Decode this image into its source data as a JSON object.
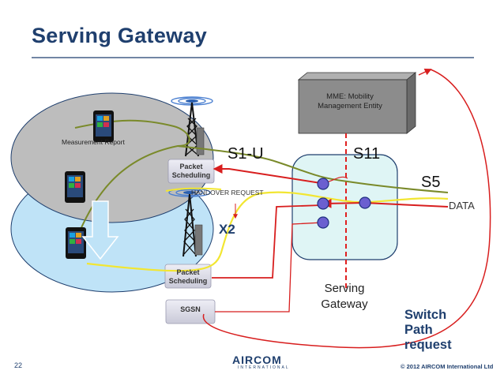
{
  "title": "Serving Gateway",
  "mme_label": "MME: Mobility Management Entity",
  "interfaces": {
    "s1u": "S1-U",
    "s11": "S11",
    "s5": "S5",
    "x2": "X2"
  },
  "data_label": "DATA",
  "handover_request": "HANDOVER REQUEST",
  "measurement_report": "Measurement Report",
  "packet_scheduling": "Packet Scheduling",
  "sgsn": "SGSN",
  "serving_gateway": "Serving Gateway",
  "switch_path_request": "Switch Path request",
  "page_number": "22",
  "logo": "AIRCOM",
  "logo_sub": "INTERNATIONAL",
  "copyright": "© 2012 AIRCOM International Ltd",
  "colors": {
    "title": "#1f3f6e",
    "cell_top": "#bdbdbd",
    "cell_bottom": "#bfe3f7",
    "gateway_fill": "#dff5f5",
    "mme_fill": "#8c8c8c",
    "data_line": "#d81e1e",
    "handover_line": "#f2e632",
    "measurement_line": "#7a8a2a",
    "s11_dashed": "#e02020",
    "node_fill": "#6b5fd0",
    "packet_fill": "#d8d8e6"
  }
}
